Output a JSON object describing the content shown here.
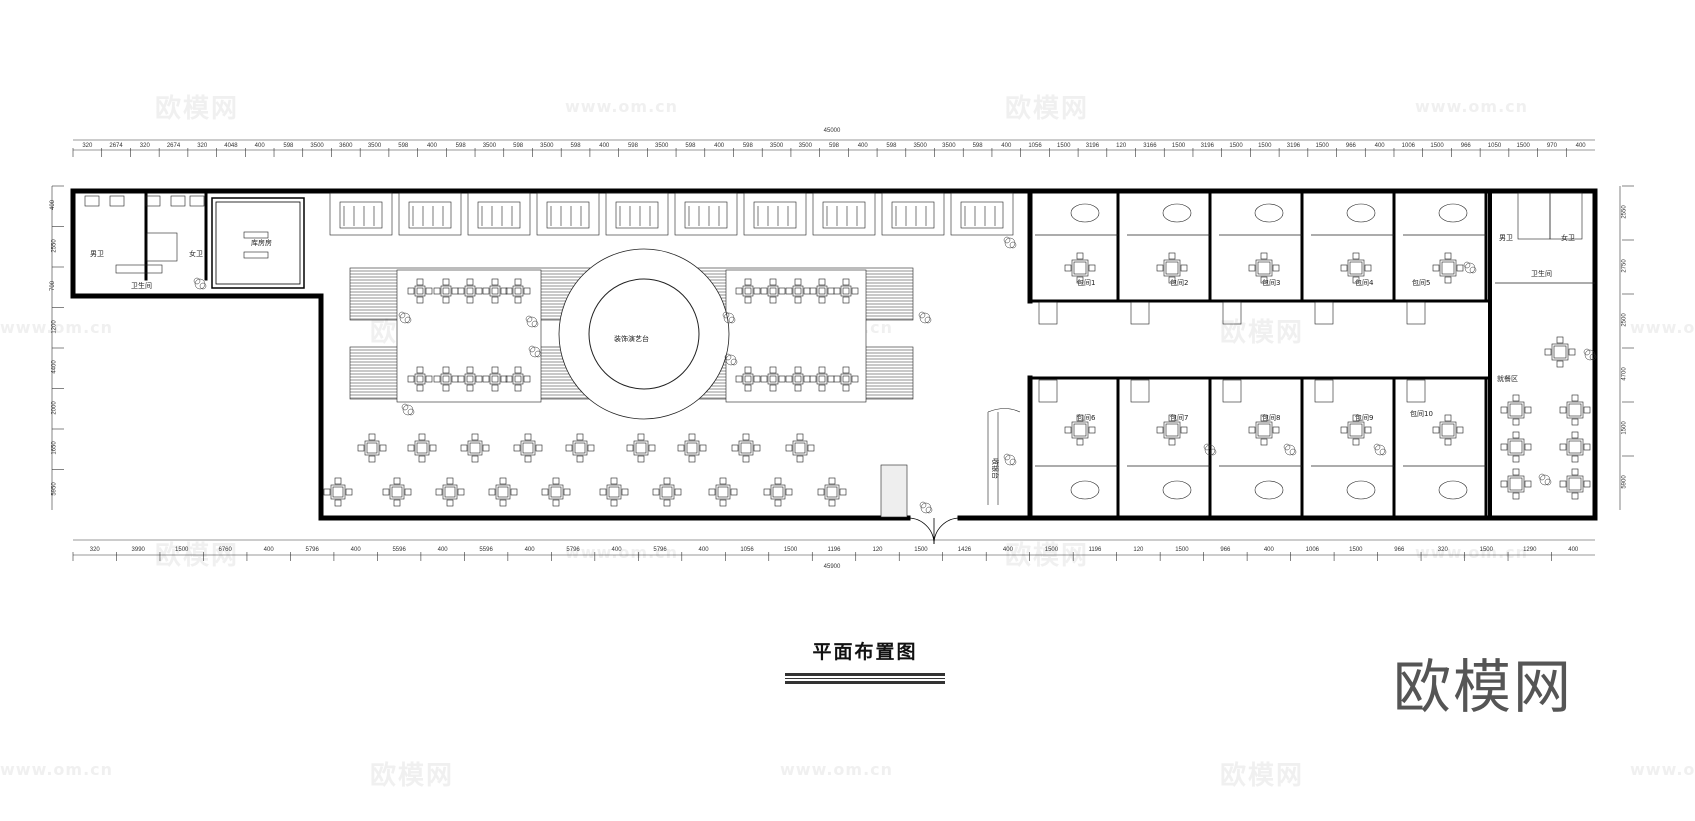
{
  "drawing": {
    "title": "平面布置图",
    "brand_logo": "欧模网",
    "overall_dimension_top": "45000",
    "overall_dimension_bottom": "45900"
  },
  "watermarks": {
    "logo_text": "欧模网",
    "url_text": "www.om.cn"
  },
  "rooms": {
    "mens_wc_left": "男卫",
    "womens_wc_left": "女卫",
    "washroom_left": "卫生间",
    "storage": "库房房",
    "central_stage": "装饰演艺台",
    "private_1": "包间1",
    "private_2": "包间2",
    "private_3": "包间3",
    "private_4": "包间4",
    "private_5": "包间5",
    "private_6": "包间6",
    "private_7": "包间7",
    "private_8": "包间8",
    "private_9": "包间9",
    "private_10": "包间10",
    "mens_wc_right": "男卫",
    "womens_wc_right": "女卫",
    "washroom_right": "卫生间",
    "cashier": "收银台",
    "dining_hall": "就餐区"
  },
  "dimensions_top": [
    "320",
    "2674",
    "320",
    "2674",
    "320",
    "4048",
    "400",
    "598",
    "3500",
    "3600",
    "3500",
    "598",
    "400",
    "598",
    "3500",
    "598",
    "3500",
    "598",
    "400",
    "598",
    "3500",
    "598",
    "400",
    "598",
    "3500",
    "3500",
    "598",
    "400",
    "598",
    "3500",
    "3500",
    "598",
    "400",
    "1056",
    "1500",
    "3196",
    "120",
    "3166",
    "1500",
    "3196",
    "1500",
    "1500",
    "3196",
    "1500",
    "966",
    "400",
    "1006",
    "1500",
    "966",
    "1050",
    "1500",
    "970",
    "400"
  ],
  "dimensions_bottom": [
    "320",
    "3990",
    "1500",
    "6760",
    "400",
    "5796",
    "400",
    "5596",
    "400",
    "5596",
    "400",
    "5796",
    "400",
    "5796",
    "400",
    "1056",
    "1500",
    "1196",
    "120",
    "1500",
    "1426",
    "400",
    "1500",
    "1196",
    "120",
    "1500",
    "966",
    "400",
    "1006",
    "1500",
    "966",
    "320",
    "1500",
    "1290",
    "400"
  ],
  "dimensions_left": [
    "400",
    "2550",
    "700",
    "1200",
    "4400",
    "2000",
    "1650",
    "5950"
  ],
  "dimensions_right": [
    "2550",
    "2750",
    "2500",
    "4700",
    "1500",
    "5900"
  ]
}
